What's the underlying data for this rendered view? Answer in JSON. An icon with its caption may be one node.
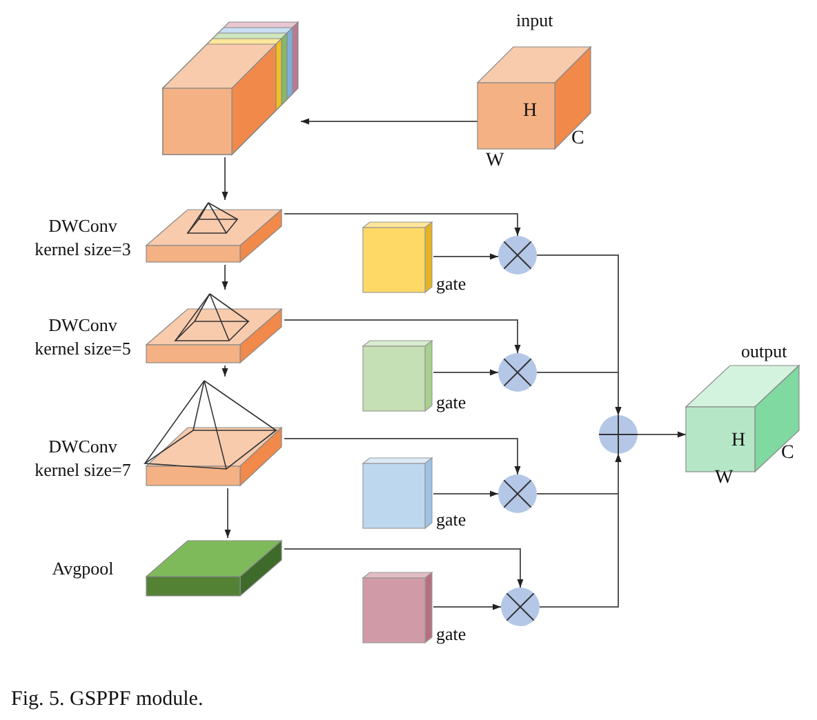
{
  "diagram": {
    "caption": "Fig. 5. GSPPF module.",
    "nodes": [
      {
        "text": [
          "input"
        ]
      },
      {
        "text": [],
        "shape": "box"
      },
      {
        "text": [
          "DWConv kernel size=3"
        ]
      },
      {
        "text": [
          "DWConv kernel size=5"
        ]
      },
      {
        "text": [
          "DWConv kernel size=7"
        ]
      },
      {
        "text": [
          "Avgpool"
        ]
      },
      {
        "text": [],
        "shape": "box",
        "beside": [
          "gate"
        ]
      },
      {
        "text": [],
        "shape": "box",
        "beside": [
          "gate"
        ]
      },
      {
        "text": [],
        "shape": "box",
        "beside": [
          "gate"
        ]
      },
      {
        "text": [],
        "shape": "box",
        "beside": [
          "gate"
        ]
      },
      {
        "text": [],
        "shape": "circle"
      },
      {
        "text": [],
        "shape": "circle"
      },
      {
        "text": [],
        "shape": "circle"
      },
      {
        "text": [],
        "shape": "circle"
      },
      {
        "text": [],
        "shape": "circle"
      },
      {
        "text": [
          "output"
        ]
      }
    ],
    "edges": [
      {
        "from": 0,
        "to": 1,
        "arrow": "to"
      },
      {
        "from": 1,
        "to": 2,
        "arrow": "to"
      },
      {
        "from": 2,
        "to": 3,
        "arrow": "to"
      },
      {
        "from": 3,
        "to": 4,
        "arrow": "to"
      },
      {
        "from": 4,
        "to": 5,
        "arrow": "to"
      },
      {
        "from": 2,
        "to": 10,
        "arrow": "to"
      },
      {
        "from": 3,
        "to": 11,
        "arrow": "to"
      },
      {
        "from": 4,
        "to": 12,
        "arrow": "to"
      },
      {
        "from": 5,
        "to": 13,
        "arrow": "to"
      },
      {
        "from": 6,
        "to": 10,
        "arrow": "to"
      },
      {
        "from": 7,
        "to": 11,
        "arrow": "to"
      },
      {
        "from": 8,
        "to": 12,
        "arrow": "to"
      },
      {
        "from": 9,
        "to": 13,
        "arrow": "to"
      },
      {
        "from": 10,
        "to": 14,
        "arrow": "to"
      },
      {
        "from": 11,
        "to": 14,
        "arrow": "to"
      },
      {
        "from": 12,
        "to": 14,
        "arrow": "to"
      },
      {
        "from": 13,
        "to": 14,
        "arrow": "to"
      },
      {
        "from": 14,
        "to": 15,
        "arrow": "to"
      }
    ],
    "labels": [
      "H",
      "W",
      "C",
      "H",
      "W",
      "C"
    ]
  }
}
